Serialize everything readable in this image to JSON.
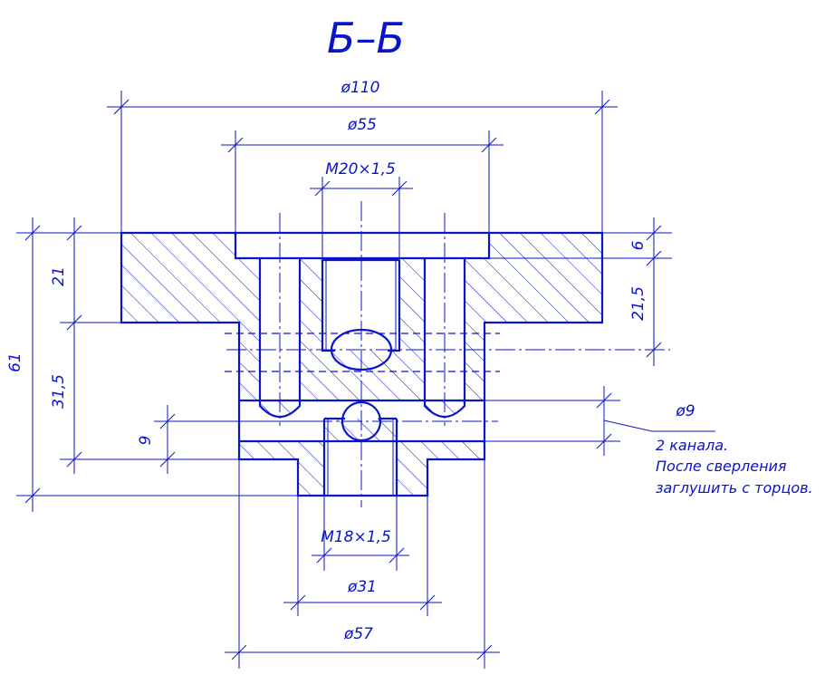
{
  "title": "Б–Б",
  "dimensions": {
    "d110": "ø110",
    "d55": "ø55",
    "m20": "M20×1,5",
    "d9": "ø9",
    "m18": "M18×1,5",
    "d31": "ø31",
    "d57": "ø57",
    "h61": "61",
    "h21": "21",
    "h31_5": "31,5",
    "h9": "9",
    "h6": "6",
    "h21_5": "21,5"
  },
  "note": {
    "line1": "2 канала.",
    "line2": "После сверления",
    "line3": "заглушить с торцов."
  },
  "colors": {
    "line": "#0a14c8",
    "background": "#ffffff"
  }
}
